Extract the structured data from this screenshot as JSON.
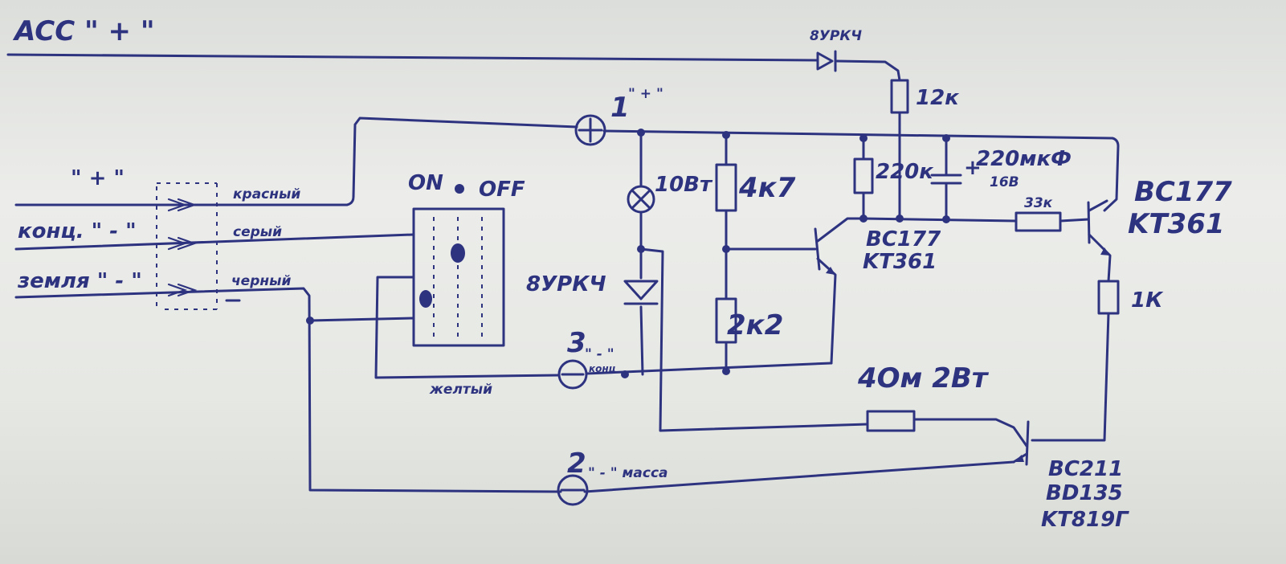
{
  "labels": {
    "acc": "ACC \" + \"",
    "plus_input": "\" + \"",
    "krasny": "красный",
    "konts": "конц. \" - \"",
    "sery": "серый",
    "zemlya": "земля \" - \"",
    "cherny": "черный",
    "zhelty": "желтый",
    "on": "ON",
    "off": "OFF",
    "t1_num": "1",
    "t1_sign": "\" + \"",
    "t2_num": "2",
    "t2_sign": "\" - \" масса",
    "t3_num": "3",
    "t3_sign": "\" - \"",
    "t3_small": "конц",
    "diode_top": "8УРКЧ",
    "diode_left": "8УРКЧ",
    "r_12k": "12к",
    "lamp": "10Вт",
    "r_4k7": "4к7",
    "r_2k2": "2к2",
    "r_220k": "220к",
    "cap_value": "220мкФ",
    "cap_voltage": "16В",
    "cap_plus": "+",
    "r_33k": "33к",
    "q1_a": "BC177",
    "q1_b": "KT361",
    "q2_a": "BC177",
    "q2_b": "KT361",
    "r_1k": "1К",
    "r_4ohm": "4Ом 2Вт",
    "q3_a": "BC211",
    "q3_b": "BD135",
    "q3_c": "KT819Г"
  }
}
